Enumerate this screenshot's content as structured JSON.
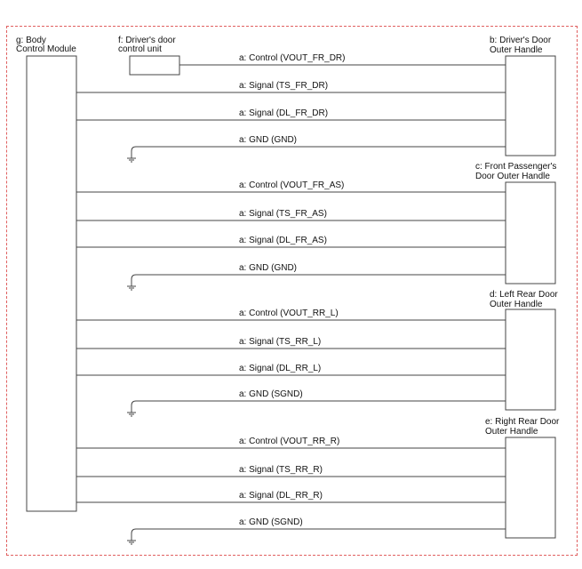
{
  "components": {
    "bcm": {
      "line1": "g: Body",
      "line2": "Control Module"
    },
    "driver_door_cu": {
      "line1": "f: Driver's door",
      "line2": "control unit"
    },
    "driver_handle": {
      "line1": "b: Driver's Door",
      "line2": "Outer Handle"
    },
    "front_pass_handle": {
      "line1": "c: Front Passenger's",
      "line2": "Door Outer Handle"
    },
    "left_rear_handle": {
      "line1": "d: Left Rear Door",
      "line2": "Outer Handle"
    },
    "right_rear_handle": {
      "line1": "e: Right Rear Door",
      "line2": "Outer Handle"
    }
  },
  "wires": [
    {
      "label": "a: Control (VOUT_FR_DR)",
      "from": "f"
    },
    {
      "label": "a: Signal (TS_FR_DR)",
      "from": "g"
    },
    {
      "label": "a: Signal (DL_FR_DR)",
      "from": "g"
    },
    {
      "label": "a: GND (GND)",
      "from": "ground"
    },
    {
      "label": "a: Control (VOUT_FR_AS)",
      "from": "g"
    },
    {
      "label": "a: Signal (TS_FR_AS)",
      "from": "g"
    },
    {
      "label": "a: Signal (DL_FR_AS)",
      "from": "g"
    },
    {
      "label": "a: GND (GND)",
      "from": "ground"
    },
    {
      "label": "a: Control (VOUT_RR_L)",
      "from": "g"
    },
    {
      "label": "a: Signal (TS_RR_L)",
      "from": "g"
    },
    {
      "label": "a: Signal (DL_RR_L)",
      "from": "g"
    },
    {
      "label": "a: GND (SGND)",
      "from": "ground"
    },
    {
      "label": "a: Control (VOUT_RR_R)",
      "from": "g"
    },
    {
      "label": "a: Signal (TS_RR_R)",
      "from": "g"
    },
    {
      "label": "a: Signal (DL_RR_R)",
      "from": "g"
    },
    {
      "label": "a: GND (SGND)",
      "from": "ground"
    }
  ]
}
